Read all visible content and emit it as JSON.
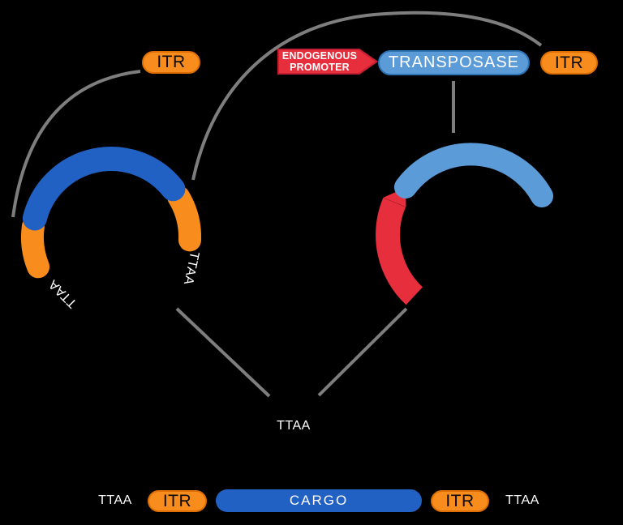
{
  "colors": {
    "bg": "#000000",
    "orange": "#F88C1C",
    "orange_border": "#DC6E04",
    "blue_dark": "#2161C4",
    "blue_light": "#5B9BD8",
    "blue_light_border": "#2E75B6",
    "red": "#E62E3C",
    "red_border": "#C01F2E",
    "gray": "#7E7E7E",
    "label_light": "#FFFFFF",
    "label_dark": "#0A0A0A"
  },
  "construct_row": {
    "itr_left": "ITR",
    "promoter_line1": "ENDOGENOUS",
    "promoter_line2": "PROMOTER",
    "transposase": "TRANSPOSASE",
    "itr_right": "ITR"
  },
  "cargo_plasmid": {
    "ttaa_left": "TTAA",
    "ttaa_right": "TTAA"
  },
  "genome": {
    "ttaa_site": "TTAA"
  },
  "integrated_row": {
    "ttaa_left": "TTAA",
    "itr_left": "ITR",
    "cargo": "CARGO",
    "itr_right": "ITR",
    "ttaa_right": "TTAA"
  }
}
